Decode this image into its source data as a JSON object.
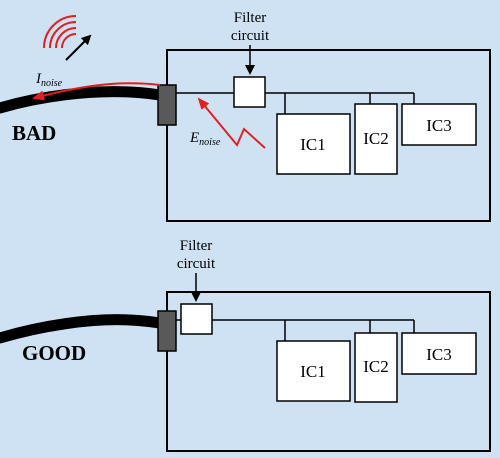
{
  "bad": {
    "label": "BAD",
    "filter_label_line1": "Filter",
    "filter_label_line2": "circuit",
    "noise_current": {
      "symbol": "I",
      "subscript": "noise"
    },
    "noise_field": {
      "symbol": "E",
      "subscript": "noise"
    },
    "ic1": "IC1",
    "ic2": "IC2",
    "ic3": "IC3"
  },
  "good": {
    "label": "GOOD",
    "filter_label_line1": "Filter",
    "filter_label_line2": "circuit",
    "ic1": "IC1",
    "ic2": "IC2",
    "ic3": "IC3"
  },
  "colors": {
    "background": "#cfe2f3",
    "noise": "#e02020",
    "connector": "#595959",
    "cable": "#000000"
  }
}
